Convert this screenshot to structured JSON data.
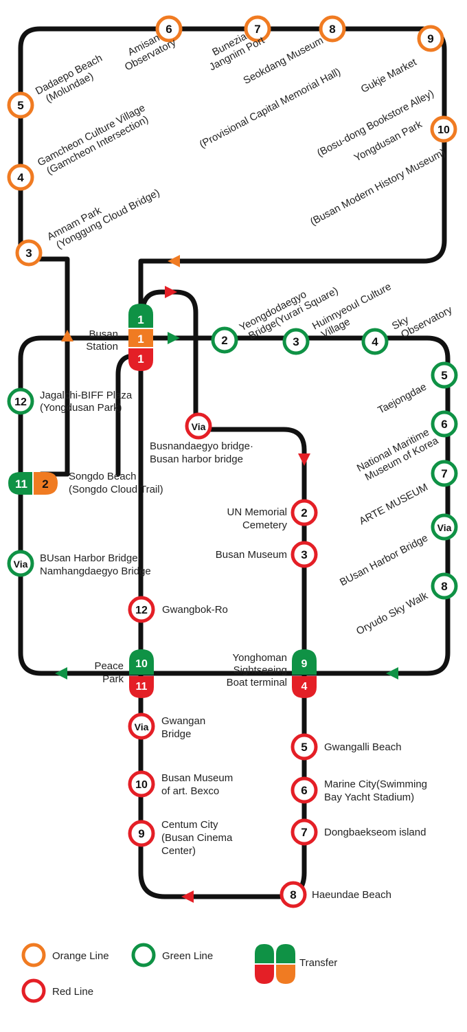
{
  "colors": {
    "orange": "#f07b22",
    "green": "#0f9245",
    "red": "#e41f26",
    "track": "#111111"
  },
  "icons": {
    "arrow": "direction-arrow-icon"
  },
  "stations": {
    "orange": {
      "s3": {
        "num": "3",
        "name": "Amnam Park",
        "sub": "(Yonggung Cloud Bridge)"
      },
      "s4": {
        "num": "4",
        "name": "Gamcheon Culture Village",
        "sub": "(Gamcheon Intersection)"
      },
      "s5": {
        "num": "5",
        "name": "Dadaepo Beach",
        "sub": "(Molundae)"
      },
      "s6": {
        "num": "6",
        "name": "Amisan",
        "sub": "Observatory"
      },
      "s7": {
        "num": "7",
        "name": "Bunezia",
        "sub": "Jangnim Port"
      },
      "s8": {
        "num": "8",
        "name": "Seokdang Museum",
        "sub": "(Provisional Capital Memorial Hall)"
      },
      "s9": {
        "num": "9",
        "name": "Gukje Market",
        "sub": "(Bosu-dong Bookstore Alley)"
      },
      "s10": {
        "num": "10",
        "name": "Yongdusan Park",
        "sub": "(Busan Modern History Museum)"
      }
    },
    "transfer": {
      "busan": {
        "g": "1",
        "o": "1",
        "r": "1",
        "name": "Busan",
        "sub": "Station"
      },
      "songdo": {
        "g": "11",
        "o": "2",
        "name": "Songdo Beach",
        "sub": "(Songdo Cloud Trail)"
      },
      "peace": {
        "g": "10",
        "r": "11",
        "name": "Peace",
        "sub": "Park"
      },
      "yonghoman": {
        "g": "9",
        "r": "4",
        "l1": "Yonghoman",
        "l2": "Sightseeing",
        "l3": "Boat terminal"
      }
    },
    "green": {
      "s2": {
        "num": "2",
        "name": "Yeongdodaegyo",
        "sub": "Bridge(Yurari Square)"
      },
      "s3": {
        "num": "3",
        "name": "Huinnyeoul Culture",
        "sub": "Village"
      },
      "s4": {
        "num": "4",
        "name": "Sky",
        "sub": "Observatory"
      },
      "s5": {
        "num": "5",
        "name": "Taejongdae"
      },
      "s6": {
        "num": "6",
        "name": "National Maritime",
        "sub": "Museum of Korea"
      },
      "s7": {
        "num": "7",
        "name": "ARTE MUSEUM"
      },
      "via": {
        "num": "Via",
        "name": "BUsan Harbor Bridge"
      },
      "s8": {
        "num": "8",
        "name": "Oryudo Sky Walk"
      },
      "s12": {
        "num": "12",
        "name": "Jagalchi-BIFF Plaza",
        "sub": "(Yongdusan Park)"
      },
      "viaw": {
        "num": "Via",
        "name": "BUsan Harbor Bridge·",
        "sub": "Namhangdaegyo Bridge"
      }
    },
    "red": {
      "via1": {
        "num": "Via",
        "name": "Busnandaegyo bridge·",
        "sub": "Busan harbor bridge"
      },
      "s2": {
        "num": "2",
        "name": "UN Memorial",
        "sub": "Cemetery"
      },
      "s3": {
        "num": "3",
        "name": "Busan Museum"
      },
      "s12": {
        "num": "12",
        "name": "Gwangbok-Ro"
      },
      "via2": {
        "num": "Via",
        "name": "Gwangan",
        "sub": "Bridge"
      },
      "s10": {
        "num": "10",
        "name": "Busan Museum",
        "sub": "of art. Bexco"
      },
      "s9": {
        "num": "9",
        "name": "Centum City",
        "sub": "(Busan Cinema",
        "sub2": "Center)"
      },
      "s5": {
        "num": "5",
        "name": "Gwangalli Beach"
      },
      "s6": {
        "num": "6",
        "name": "Marine City(Swimming",
        "sub": "Bay Yacht Stadium)"
      },
      "s7": {
        "num": "7",
        "name": "Dongbaekseom island"
      },
      "s8": {
        "num": "8",
        "name": "Haeundae Beach"
      }
    }
  },
  "legend": {
    "orange": "Orange Line",
    "green": "Green Line",
    "red": "Red Line",
    "transfer": "Transfer"
  }
}
